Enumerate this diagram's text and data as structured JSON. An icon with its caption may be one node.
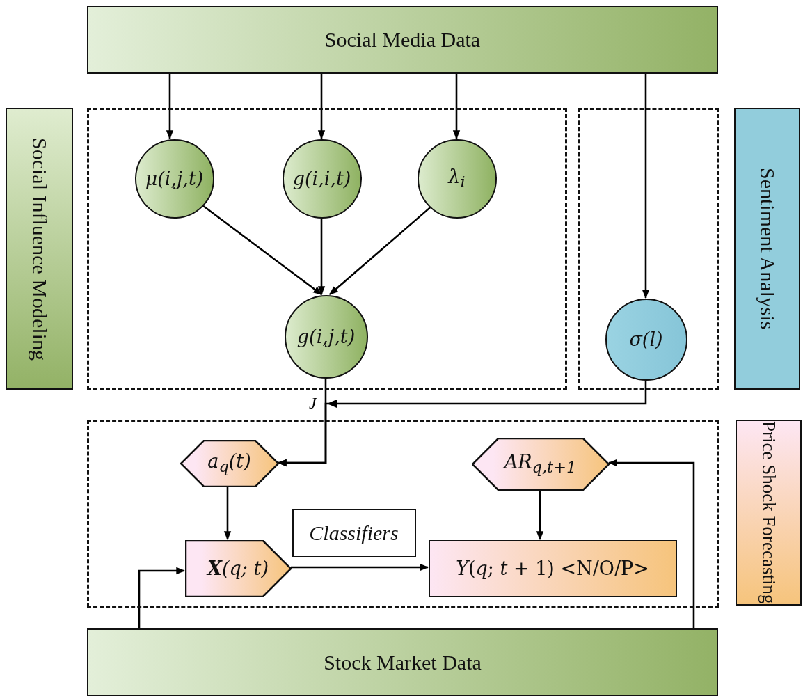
{
  "diagram": {
    "nodes": [
      {
        "text": [
          "Social Media Data"
        ]
      },
      {
        "text": [
          "Social Influence Modeling"
        ]
      },
      {
        "text": [],
        "shape": "box"
      },
      {
        "text": [
          "μ(i,j,t)"
        ],
        "in": 2
      },
      {
        "text": [
          "g(i,i,t)"
        ],
        "in": 2
      },
      {
        "text": [
          "λ$_{i}$"
        ],
        "in": 2
      },
      {
        "text": [
          "g(i,j,t)"
        ],
        "in": 2
      },
      {
        "text": [],
        "shape": "box"
      },
      {
        "text": [
          "σ(l)"
        ],
        "in": 7
      },
      {
        "text": [
          "Sentiment Analysis"
        ]
      },
      {
        "text": [],
        "shape": "box"
      },
      {
        "text": [
          "a$_{q}$(t)"
        ],
        "in": 10
      },
      {
        "text": [
          "AR$_{q,t+1}$"
        ],
        "in": 10
      },
      {
        "text": [
          "Classifiers"
        ],
        "in": 10
      },
      {
        "text": [
          "**X**(q; t)"
        ],
        "in": 10
      },
      {
        "text": [
          "*Y*(*q*; *t* + 1) <N/O/P>"
        ],
        "in": 10
      },
      {
        "text": [
          "Price Shock Forecasting"
        ]
      },
      {
        "text": [
          "Stock Market Data"
        ]
      }
    ],
    "edges": [
      {
        "from": 0,
        "to": 3,
        "arrow": "to"
      },
      {
        "from": 0,
        "to": 4,
        "arrow": "to"
      },
      {
        "from": 0,
        "to": 5,
        "arrow": "to"
      },
      {
        "from": 0,
        "to": 8,
        "arrow": "to"
      },
      {
        "from": 3,
        "to": 6,
        "arrow": "to"
      },
      {
        "from": 4,
        "to": 6,
        "arrow": "to"
      },
      {
        "from": 5,
        "to": 6,
        "arrow": "to"
      },
      {
        "from": 6,
        "to": 11,
        "arrow": "to"
      },
      {
        "from": 8,
        "to": 11,
        "arrow": "to"
      },
      {
        "from": 11,
        "to": 14,
        "arrow": "to"
      },
      {
        "from": 12,
        "to": 15,
        "arrow": "to"
      },
      {
        "from": 14,
        "to": 15,
        "arrow": "to"
      },
      {
        "from": 17,
        "to": 14,
        "arrow": "to"
      },
      {
        "from": 17,
        "to": 12,
        "arrow": "to"
      }
    ],
    "labels": [
      "J"
    ]
  }
}
